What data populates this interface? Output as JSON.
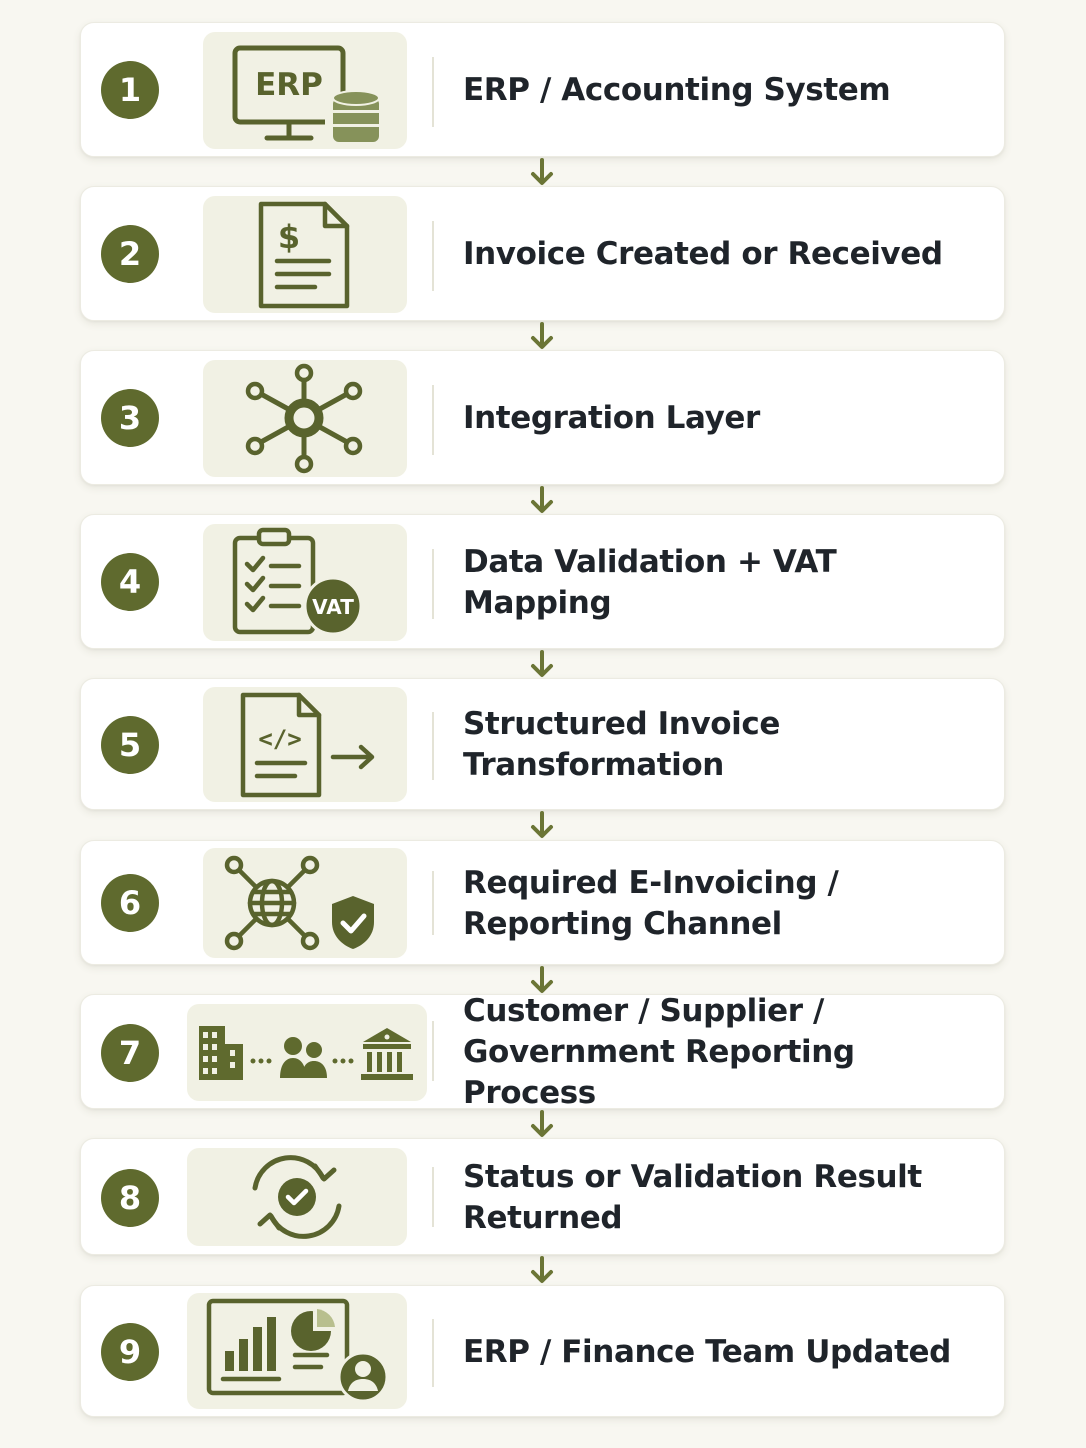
{
  "steps": [
    {
      "number": "1",
      "lines": [
        "ERP / Accounting System"
      ],
      "icon": "erp-computer-database-icon",
      "icon_text": "ERP"
    },
    {
      "number": "2",
      "lines": [
        "Invoice Created or Received"
      ],
      "icon": "invoice-dollar-document-icon",
      "icon_text": "$"
    },
    {
      "number": "3",
      "lines": [
        "Integration Layer"
      ],
      "icon": "integration-hub-network-icon"
    },
    {
      "number": "4",
      "lines": [
        "Data Validation + VAT Mapping"
      ],
      "icon": "checklist-clipboard-vat-icon",
      "icon_text": "VAT"
    },
    {
      "number": "5",
      "lines": [
        "Structured Invoice Transformation"
      ],
      "icon": "code-document-arrow-icon",
      "icon_text": "</>"
    },
    {
      "number": "6",
      "lines": [
        "Required E-Invoicing /",
        "Reporting Channel"
      ],
      "icon": "globe-network-shield-icon"
    },
    {
      "number": "7",
      "lines": [
        "Customer / Supplier /",
        "Government Reporting Process"
      ],
      "icon": "building-people-government-icon"
    },
    {
      "number": "8",
      "lines": [
        "Status or Validation Result Returned"
      ],
      "icon": "refresh-check-icon"
    },
    {
      "number": "9",
      "lines": [
        "ERP / Finance Team Updated"
      ],
      "icon": "dashboard-chart-user-icon"
    }
  ],
  "colors": {
    "accent": "#5f6a2e",
    "icon_stroke": "#59632d",
    "icon_background": "#f1f1e4",
    "page_background": "#f8f7f1",
    "card_background": "#ffffff",
    "text": "#1f242a"
  }
}
